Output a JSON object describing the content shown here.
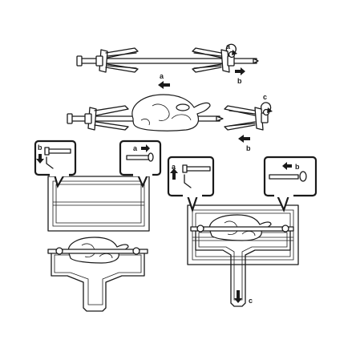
{
  "labels": {
    "a": "a",
    "b": "b",
    "c": "c"
  },
  "colors": {
    "ink": "#1a1a1a",
    "paper": "#ffffff"
  },
  "icons": [
    "arrow-left-icon",
    "arrow-right-icon",
    "arrow-up-icon",
    "arrow-down-icon",
    "rotate-icon"
  ]
}
